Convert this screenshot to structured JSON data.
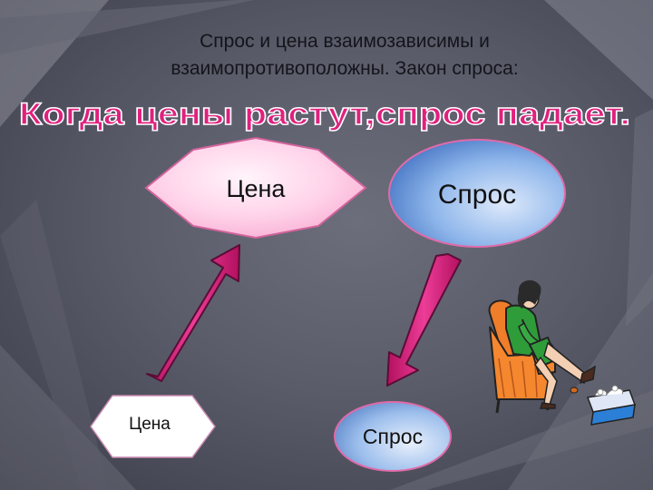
{
  "title": {
    "line1": "Спрос и цена взаимозависимы и",
    "line2": "взаимопротивоположны. Закон спроса:"
  },
  "headline": "Когда цены растут,спрос падает.",
  "shapes": {
    "price_top": "Цена",
    "demand_top": "Спрос",
    "price_bottom": "Цена",
    "demand_bottom": "Спрос"
  },
  "colors": {
    "headline": "#e0207e",
    "arrow_fill": "#d4187a",
    "arrow_stroke": "#6a1040",
    "octagon_fill": "#ffd6ea",
    "oval_blue": "#7aaae6",
    "shape_border": "#cc3a80"
  },
  "icons": [
    "woman-in-armchair-clipart",
    "foot-bath-clipart"
  ]
}
